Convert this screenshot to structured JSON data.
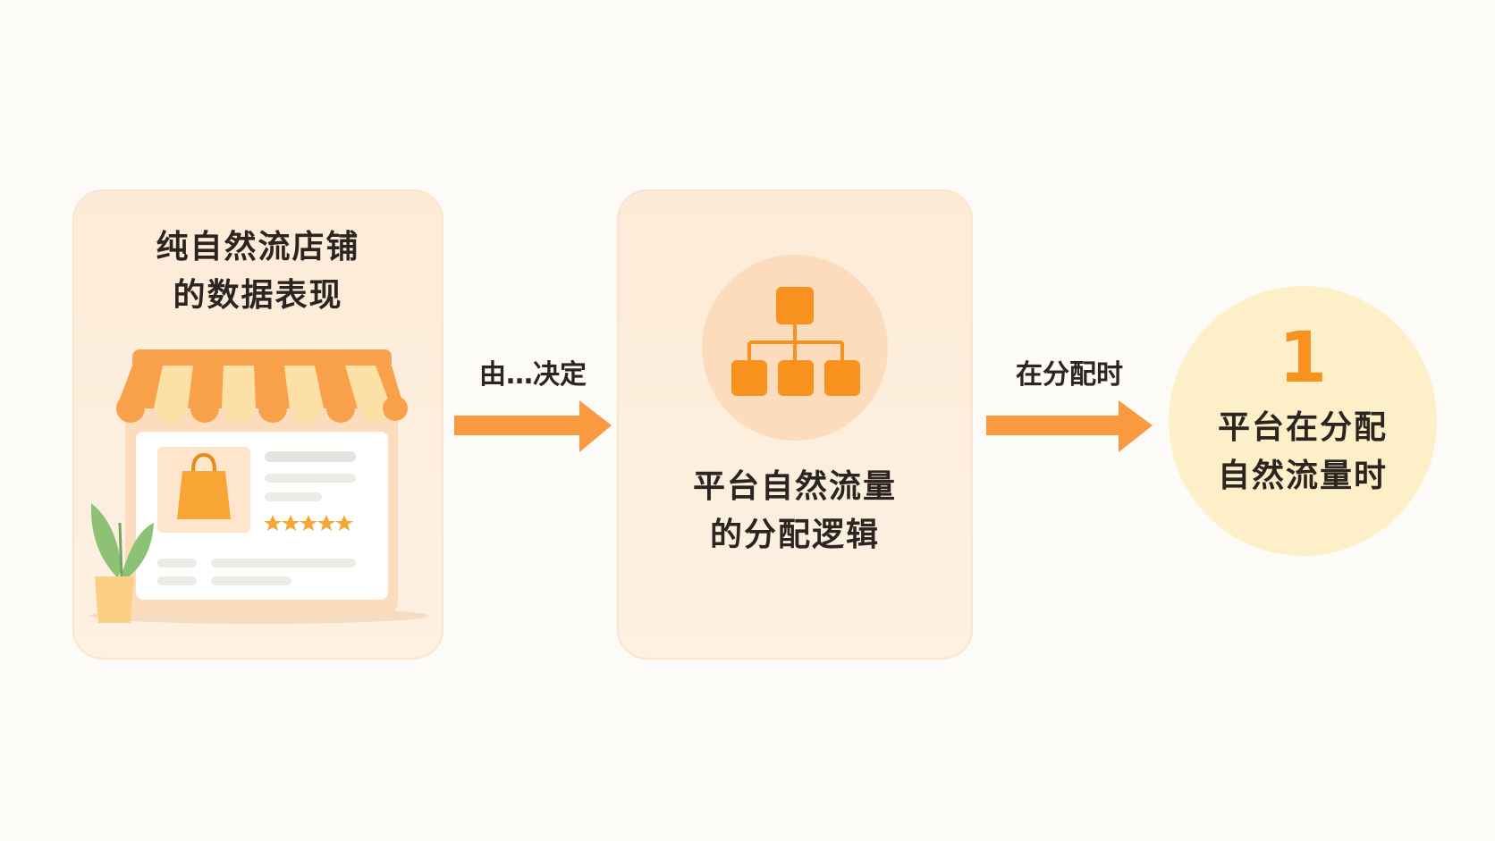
{
  "colors": {
    "background": "#fdfbf7",
    "card_fill": "#fdebd8",
    "accent_orange": "#f7921e",
    "arrow_orange": "#f99a40",
    "result_fill": "#fdf0c8",
    "text_dark": "#2b2420"
  },
  "store_card": {
    "title_line1": "纯自然流店铺",
    "title_line2": "的数据表现",
    "illustration": "storefront-icon"
  },
  "arrow_1": {
    "label": "由…决定"
  },
  "logic_card": {
    "icon": "hierarchy-icon",
    "title_line1": "平台自然流量",
    "title_line2": "的分配逻辑"
  },
  "arrow_2": {
    "label": "在分配时"
  },
  "result": {
    "number": "1",
    "text_line1": "平台在分配",
    "text_line2": "自然流量时"
  }
}
